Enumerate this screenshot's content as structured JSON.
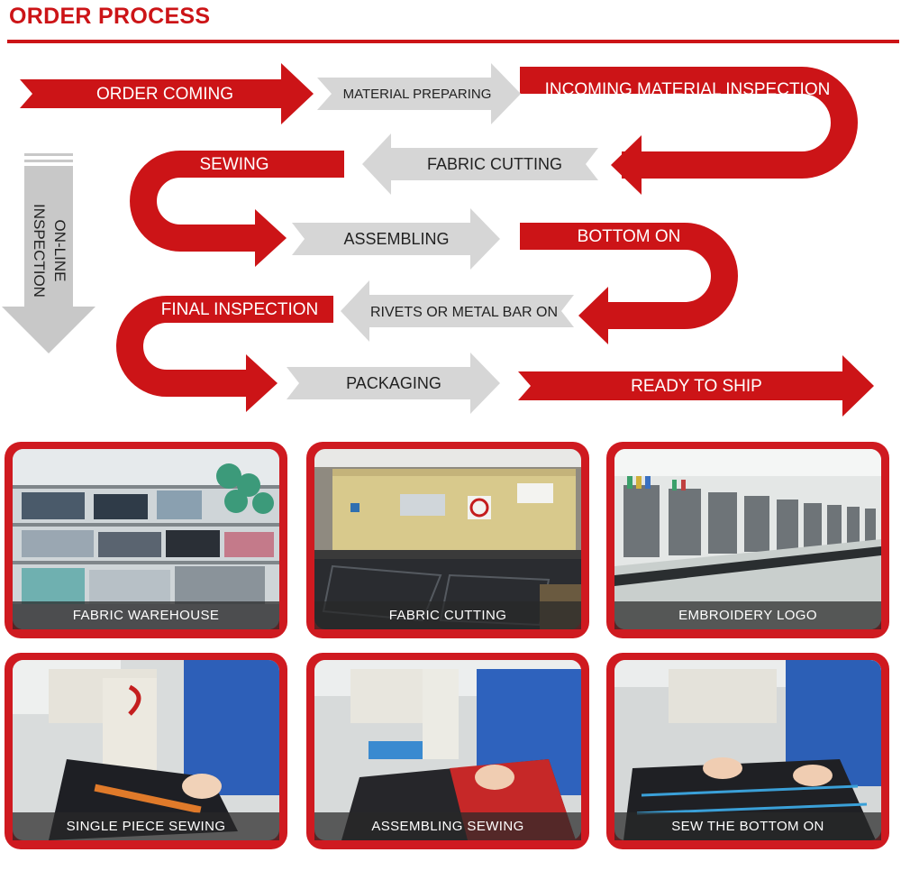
{
  "page": {
    "title": "ORDER PROCESS"
  },
  "colors": {
    "red": "#cc1417",
    "grey": "#d6d6d6",
    "card": "#cf1a20"
  },
  "flow": {
    "steps": [
      "ORDER COMING",
      "MATERIAL PREPARING",
      "INCOMING MATERIAL INSPECTION",
      "FABRIC CUTTING",
      "SEWING",
      "ASSEMBLING",
      "BOTTOM ON",
      "RIVETS OR METAL BAR ON",
      "FINAL INSPECTION",
      "PACKAGING",
      "READY TO SHIP"
    ],
    "side_label_line1": "ON-LINE",
    "side_label_line2": "INSPECTION"
  },
  "photos": [
    {
      "caption": "FABRIC WAREHOUSE",
      "scene": "warehouse"
    },
    {
      "caption": "FABRIC CUTTING",
      "scene": "cutting-press"
    },
    {
      "caption": "EMBROIDERY LOGO",
      "scene": "embroidery"
    },
    {
      "caption": "SINGLE PIECE SEWING",
      "scene": "sewing"
    },
    {
      "caption": "ASSEMBLING SEWING",
      "scene": "sewing"
    },
    {
      "caption": "SEW THE BOTTOM ON",
      "scene": "sewing"
    }
  ]
}
